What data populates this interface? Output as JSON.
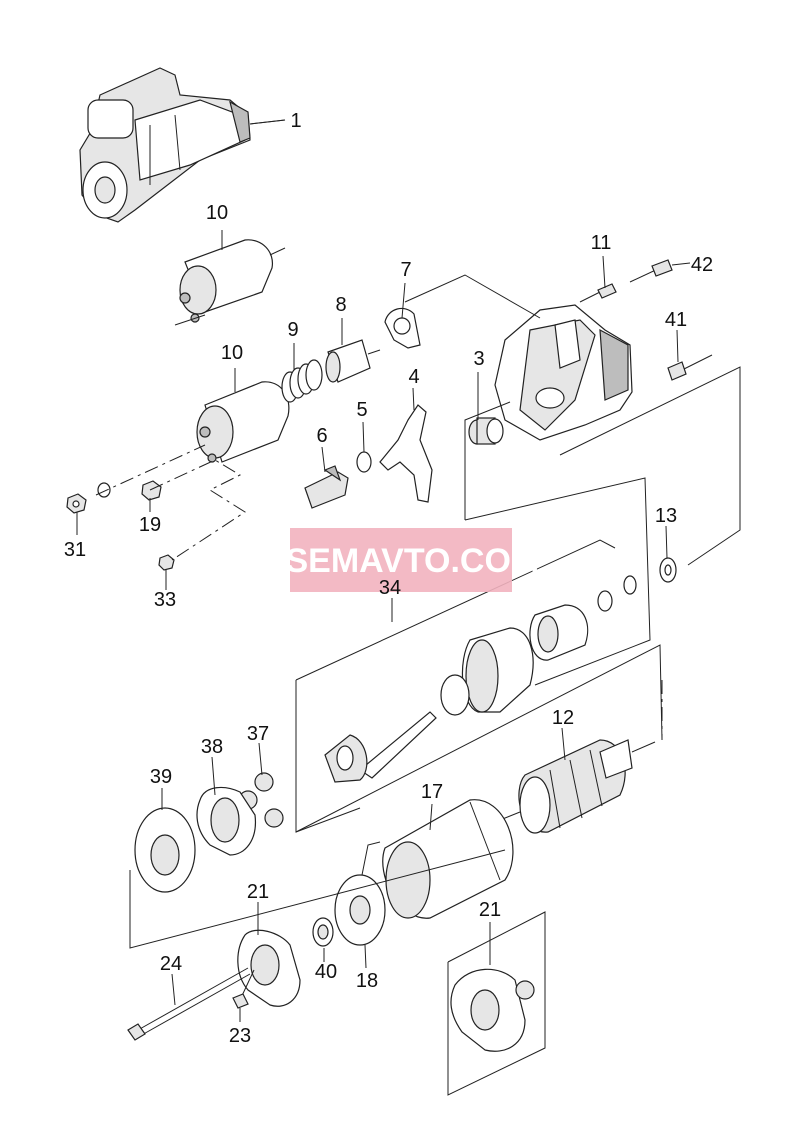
{
  "watermark": {
    "text": "VSEMAVTO.COM",
    "bg": "#f2b3bf",
    "fg": "#ffffff"
  },
  "callouts": {
    "c1": "1",
    "c10a": "10",
    "c10b": "10",
    "c7": "7",
    "c8": "8",
    "c9": "9",
    "c11": "11",
    "c42": "42",
    "c41": "41",
    "c3": "3",
    "c4": "4",
    "c5": "5",
    "c6": "6",
    "c13": "13",
    "c31": "31",
    "c19": "19",
    "c33": "33",
    "c34": "34",
    "c12": "12",
    "c37": "37",
    "c38": "38",
    "c39": "39",
    "c17": "17",
    "c21a": "21",
    "c21b": "21",
    "c24": "24",
    "c40": "40",
    "c18": "18",
    "c23": "23"
  }
}
